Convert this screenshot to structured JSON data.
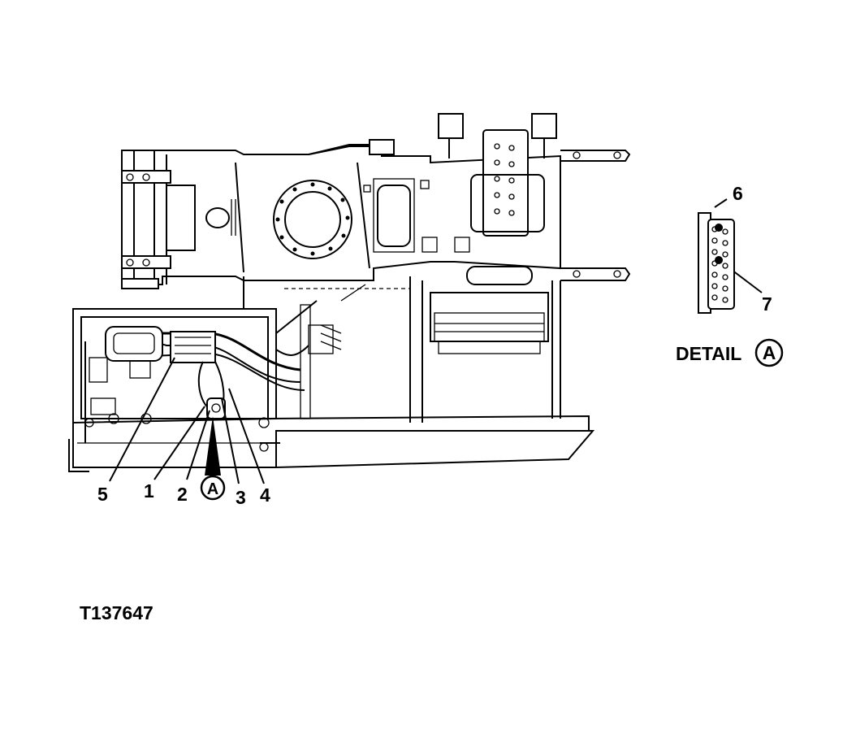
{
  "callouts": {
    "c1": "1",
    "c2": "2",
    "c3": "3",
    "c4": "4",
    "c5": "5",
    "c6": "6",
    "c7": "7"
  },
  "detail": {
    "marker_letter": "A",
    "title_text": "DETAIL",
    "title_letter": "A"
  },
  "figure_id": "T137647",
  "colors": {
    "ink": "#000000",
    "paper": "#ffffff"
  }
}
